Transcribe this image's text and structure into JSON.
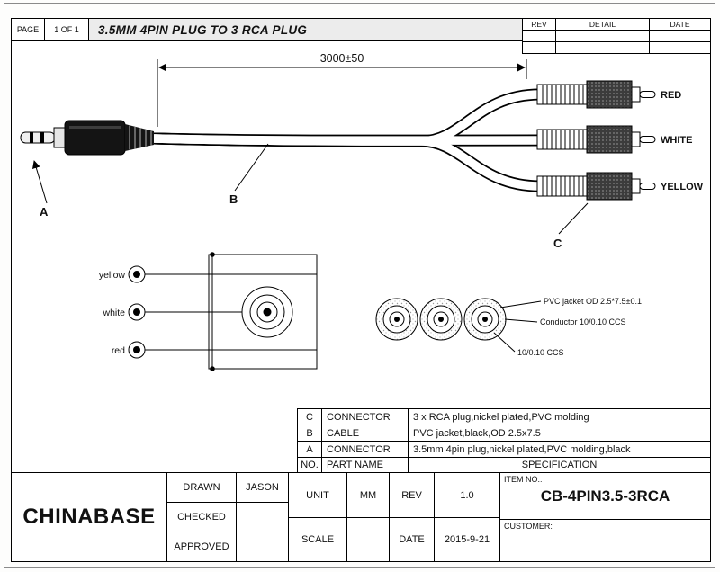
{
  "header": {
    "page_label": "PAGE",
    "page_value": "1 OF 1",
    "title": "3.5MM 4PIN PLUG TO 3 RCA PLUG",
    "rev_col": "REV",
    "detail_col": "DETAIL",
    "date_col": "DATE"
  },
  "drawing": {
    "dimension": "3000±50",
    "label_a": "A",
    "label_b": "B",
    "label_c": "C",
    "rca_labels": {
      "red": "RED",
      "white": "WHITE",
      "yellow": "YELLOW"
    },
    "wire_labels": {
      "yellow": "yellow",
      "white": "white",
      "red": "red"
    },
    "callouts": {
      "jacket": "PVC jacket OD 2.5*7.5±0.1",
      "conductor": "Conductor 10/0.10 CCS",
      "strand": "10/0.10 CCS"
    }
  },
  "spec_table": {
    "rows": [
      {
        "no": "C",
        "part": "CONNECTOR",
        "spec": "3 x RCA plug,nickel plated,PVC molding"
      },
      {
        "no": "B",
        "part": "CABLE",
        "spec": "PVC jacket,black,OD 2.5x7.5"
      },
      {
        "no": "A",
        "part": "CONNECTOR",
        "spec": "3.5mm 4pin plug,nickel plated,PVC molding,black"
      }
    ],
    "footer": {
      "no": "NO.",
      "part": "PART NAME",
      "spec": "SPECIFICATION"
    }
  },
  "title_block": {
    "company": "CHINABASE",
    "drawn_label": "DRAWN",
    "drawn_value": "JASON",
    "checked_label": "CHECKED",
    "approved_label": "APPROVED",
    "unit_label": "UNIT",
    "unit_value": "MM",
    "rev_label": "REV",
    "rev_value": "1.0",
    "scale_label": "SCALE",
    "date_label": "DATE",
    "date_value": "2015-9-21",
    "item_label": "ITEM NO.:",
    "item_value": "CB-4PIN3.5-3RCA",
    "customer_label": "CUSTOMER:"
  }
}
